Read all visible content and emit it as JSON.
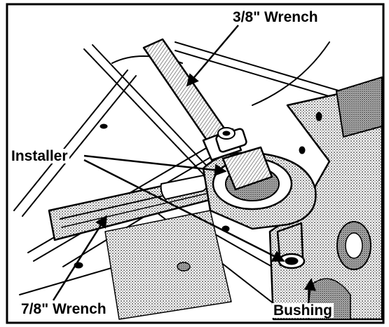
{
  "callouts": {
    "wrench_3_8": "3/8\" Wrench",
    "installer": "Installer",
    "wrench_7_8": "7/8\" Wrench",
    "bushing": "Bushing"
  },
  "colors": {
    "ink": "#000000",
    "paper": "#ffffff",
    "screen_tone": "#9a9a9a"
  }
}
